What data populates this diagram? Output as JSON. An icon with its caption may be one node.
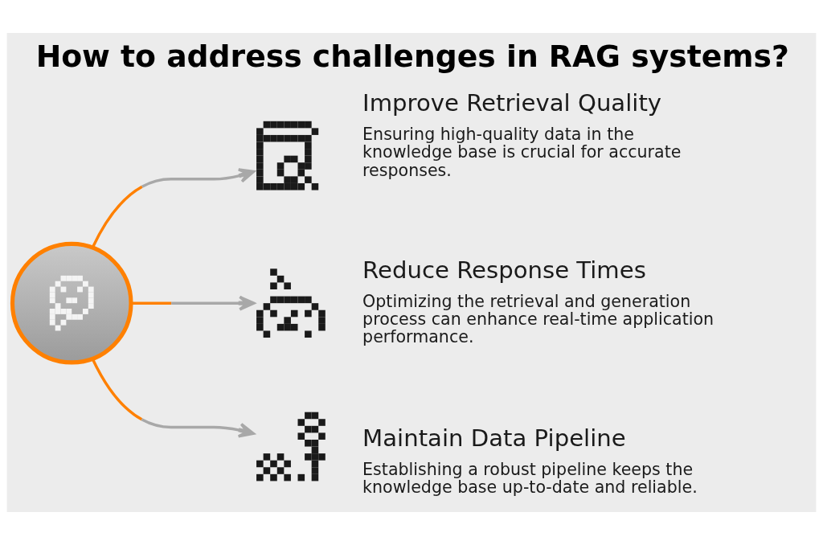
{
  "diagram": {
    "title": "How to address challenges in RAG systems?",
    "nodes": [
      {
        "text": [],
        "shape": "circle"
      },
      {
        "text": [],
        "shape": "picture",
        "beside": [
          "Improve Retrieval Quality",
          "Ensuring high-quality data in the knowledge base is crucial for accurate responses."
        ]
      },
      {
        "text": [],
        "shape": "picture",
        "beside": [
          "Reduce Response Times",
          "Optimizing the retrieval and generation process can enhance real-time application performance."
        ]
      },
      {
        "text": [],
        "shape": "picture",
        "beside": [
          "Maintain Data Pipeline",
          "Establishing a robust pipeline keeps the knowledge base up-to-date and reliable."
        ]
      }
    ],
    "edges": [
      {
        "from": 0,
        "to": 1,
        "arrow": "to"
      },
      {
        "from": 0,
        "to": 2,
        "arrow": "to"
      },
      {
        "from": 0,
        "to": 3,
        "arrow": "to"
      }
    ]
  }
}
